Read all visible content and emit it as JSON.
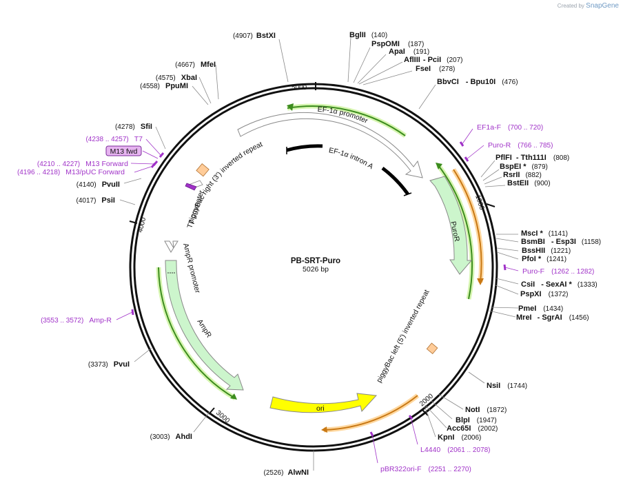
{
  "brand": {
    "prefix": "Created by",
    "name": "SnapGene"
  },
  "plasmid": {
    "name": "PB-SRT-Puro",
    "length_label": "5026 bp"
  },
  "ticks": [
    "1000",
    "2000",
    "3000",
    "4000",
    "5000"
  ],
  "features": {
    "ef1a_promoter": "EF-1α promoter",
    "ef1a_intron": "EF-1α intron A",
    "puror": "PuroR",
    "pb_right": "piggyBac right (3') inverted repeat",
    "pb_left": "piggyBac left (5') inverted repeat",
    "t7_promoter": "T7 promoter",
    "ampr_promoter": "AmpR promoter",
    "ampr": "AmpR",
    "ori": "ori"
  },
  "sites": [
    {
      "name": "BstXI",
      "pos": "(4907)"
    },
    {
      "name": "BglII",
      "pos": "(140)"
    },
    {
      "name": "PspOMI",
      "pos": "(187)"
    },
    {
      "name": "ApaI",
      "pos": "(191)"
    },
    {
      "name": "AflIII",
      "extra": "- PciI",
      "pos": "(207)"
    },
    {
      "name": "FseI",
      "pos": "(278)"
    },
    {
      "name": "BbvCI",
      "extra": "- Bpu10I",
      "pos": "(476)"
    },
    {
      "name": "PflFI",
      "extra": "- Tth111I",
      "pos": "(808)"
    },
    {
      "name": "BspEI *",
      "pos": "(879)"
    },
    {
      "name": "RsrII",
      "pos": "(882)"
    },
    {
      "name": "BstEII",
      "pos": "(900)"
    },
    {
      "name": "MscI *",
      "pos": "(1141)"
    },
    {
      "name": "BsmBI",
      "extra": "- Esp3I",
      "pos": "(1158)"
    },
    {
      "name": "BssHII",
      "pos": "(1221)"
    },
    {
      "name": "PfoI *",
      "pos": "(1241)"
    },
    {
      "name": "CsiI",
      "extra": "- SexAI *",
      "pos": "(1333)"
    },
    {
      "name": "PspXI",
      "pos": "(1372)"
    },
    {
      "name": "PmeI",
      "pos": "(1434)"
    },
    {
      "name": "MreI",
      "extra": "- SgrAI",
      "pos": "(1456)"
    },
    {
      "name": "NsiI",
      "pos": "(1744)"
    },
    {
      "name": "NotI",
      "pos": "(1872)"
    },
    {
      "name": "BlpI",
      "pos": "(1947)"
    },
    {
      "name": "Acc65I",
      "pos": "(2002)"
    },
    {
      "name": "KpnI",
      "pos": "(2006)"
    },
    {
      "name": "AlwNI",
      "pos": "(2526)"
    },
    {
      "name": "AhdI",
      "pos": "(3003)"
    },
    {
      "name": "PvuI",
      "pos": "(3373)"
    },
    {
      "name": "PsiI",
      "pos": "(4017)"
    },
    {
      "name": "PvuII",
      "pos": "(4140)"
    },
    {
      "name": "SfiI",
      "pos": "(4278)"
    },
    {
      "name": "PpuMI",
      "pos": "(4558)"
    },
    {
      "name": "XbaI",
      "pos": "(4575)"
    },
    {
      "name": "MfeI",
      "pos": "(4667)"
    }
  ],
  "primers": [
    {
      "name": "EF1a-F",
      "pos": "(700 .. 720)"
    },
    {
      "name": "Puro-R",
      "pos": "(766 .. 785)"
    },
    {
      "name": "Puro-F",
      "pos": "(1262 .. 1282)"
    },
    {
      "name": "L4440",
      "pos": "(2061 .. 2078)"
    },
    {
      "name": "pBR322ori-F",
      "pos": "(2251 .. 2270)"
    },
    {
      "name": "Amp-R",
      "pos": "(3553 .. 3572)"
    },
    {
      "name": "M13/pUC Forward",
      "pos": "(4196 .. 4218)"
    },
    {
      "name": "M13 Forward",
      "pos": "(4210 .. 4227)"
    },
    {
      "name": "T7",
      "pos": "(4238 .. 4257)"
    },
    {
      "name": "M13 fwd",
      "pos": ""
    }
  ],
  "colors": {
    "backbone": "#111111",
    "ampr_fill": "#ccf5cc",
    "ori_fill": "#ffff00",
    "primer": "#a032c8",
    "orf_green": "#3c8c1e",
    "orf_orange": "#c87814",
    "repeat_fill": "#ffcc99",
    "m13_badge": "#e6b4f0"
  }
}
